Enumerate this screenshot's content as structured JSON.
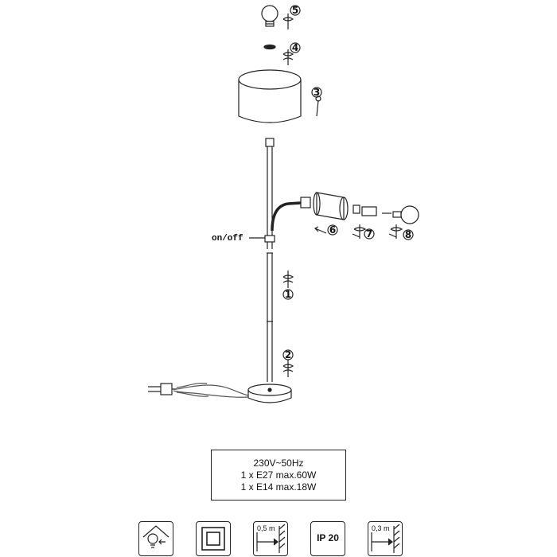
{
  "diagram": {
    "steps": [
      "1",
      "2",
      "3",
      "4",
      "5",
      "6",
      "7",
      "8"
    ],
    "switch_label": "on/off"
  },
  "specs": {
    "line1": "230V~50Hz",
    "line2": "1 x E27 max.60W",
    "line3": "1 x E14 max.18W"
  },
  "icons": [
    {
      "name": "led-compatible-icon"
    },
    {
      "name": "class-ii-insulation-icon"
    },
    {
      "name": "min-distance-icon",
      "distance": "0,5 m"
    },
    {
      "name": "ip-rating-icon",
      "rating": "IP 20"
    },
    {
      "name": "min-distance-icon",
      "distance": "0,3 m"
    }
  ],
  "colors": {
    "line": "#222222",
    "cord": "#555555"
  }
}
